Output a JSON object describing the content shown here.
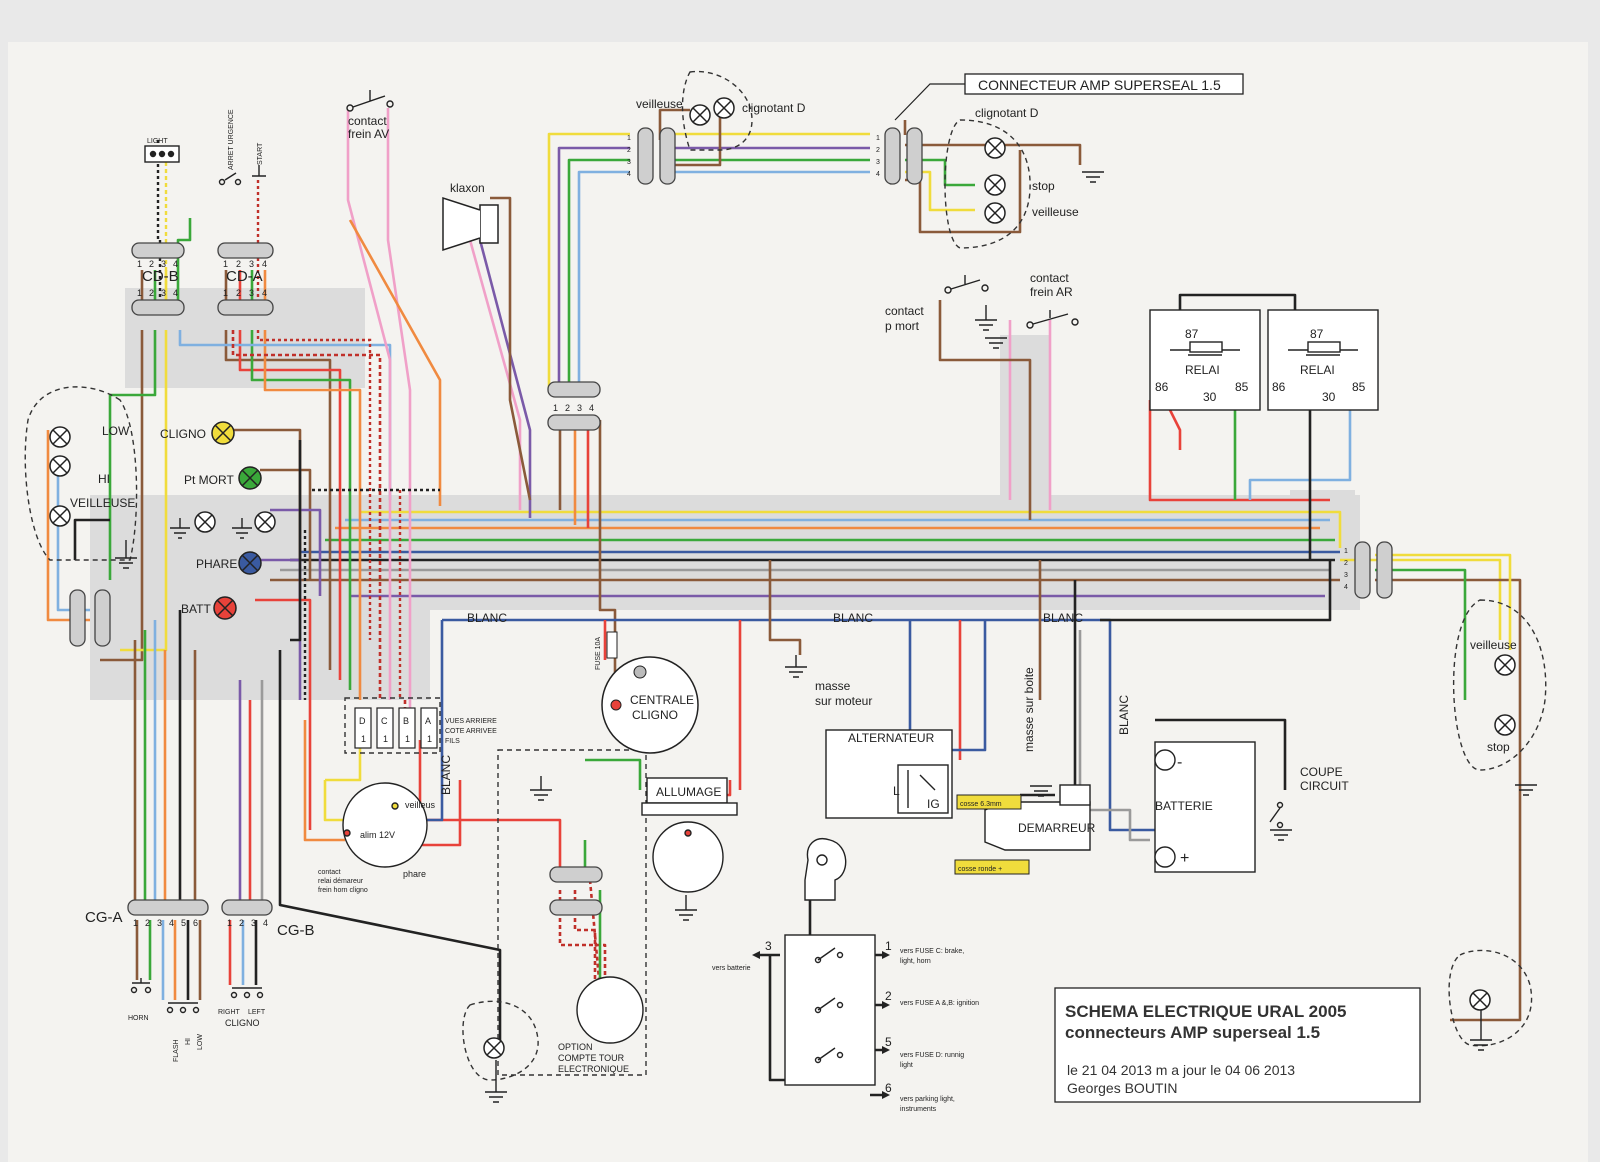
{
  "title_block": {
    "line1": "SCHEMA ELECTRIQUE URAL 2005",
    "line2": "connecteurs AMP superseal 1.5",
    "line3": "le 21 04 2013 m a jour le 04 06 2013",
    "line4": "Georges BOUTIN"
  },
  "callouts": {
    "connector_amp": "CONNECTEUR AMP SUPERSEAL 1.5",
    "cosse_63": "cosse 6.3mm",
    "cosse_ronde": "cosse ronde +"
  },
  "labels": {
    "veilleuse_top": "veilleuse",
    "clignotant_d_front": "clignotant D",
    "clignotant_d_rear": "clignotant D",
    "stop_rear": "stop",
    "veilleuse_rear": "veilleuse",
    "klaxon": "klaxon",
    "contact_frein_av_1": "contact",
    "contact_frein_av_2": "frein AV",
    "contact_p_mort_1": "contact",
    "contact_p_mort_2": "p mort",
    "contact_frein_ar_1": "contact",
    "contact_frein_ar_2": "frein AR",
    "relai_1": "RELAI",
    "relai_2": "RELAI",
    "pin_87": "87",
    "pin_86": "86",
    "pin_85": "85",
    "pin_30": "30",
    "cd_b": "CD-B",
    "cd_a": "CD-A",
    "cg_a": "CG-A",
    "cg_b": "CG-B",
    "light": "LIGHT",
    "arret_urgence": "ARRET URGENCE",
    "start": "START",
    "low": "LOW",
    "hi": "HI",
    "veilleuse_head": "VEILLEUSE",
    "cligno": "CLIGNO",
    "pt_mort": "Pt MORT",
    "phare": "PHARE",
    "batt": "BATT",
    "blanc": "BLANC",
    "fuse_10a": "FUSE 10A",
    "centrale_1": "CENTRALE",
    "centrale_2": "CLIGNO",
    "masse_moteur_1": "masse",
    "masse_moteur_2": "sur moteur",
    "masse_boite": "masse sur boite",
    "alternateur": "ALTERNATEUR",
    "alt_l": "L",
    "alt_ig": "IG",
    "allumage": "ALLUMAGE",
    "demarreur": "DEMARREUR",
    "batterie": "BATTERIE",
    "batt_minus": "-",
    "batt_plus": "+",
    "coupe_1": "COUPE",
    "coupe_2": "CIRCUIT",
    "veilleuse_right": "veilleuse",
    "stop_right": "stop",
    "vues_1": "VUES ARRIERE",
    "vues_2": "COTE ARRIVEE",
    "vues_3": "FILS",
    "fuse_d": "D",
    "fuse_c": "C",
    "fuse_b": "B",
    "fuse_a": "A",
    "fuse_one": "1",
    "veilleus_relay": "veilleus",
    "alim": "alim 12V",
    "phare_relay": "phare",
    "relai_desc_1": "contact",
    "relai_desc_2": "relai démareur",
    "relai_desc_3": "frein horn cligno",
    "option_1": "OPTION",
    "option_2": "COMPTE TOUR",
    "option_3": "ELECTRONIQUE",
    "horn": "HORN",
    "flash": "FLASH",
    "hi_btn": "HI",
    "low_btn": "LOW",
    "right": "RIGHT",
    "left": "LEFT",
    "cligno_bottom": "CLIGNO",
    "vers_batterie": "vers batterie",
    "sw_3": "3",
    "sw_1": "1",
    "sw_2": "2",
    "sw_5": "5",
    "sw_6": "6",
    "sw_1_desc_a": "vers FUSE C: brake,",
    "sw_1_desc_b": "light, horn",
    "sw_2_desc": "vers FUSE A &,B: ignition",
    "sw_5_desc_a": "vers FUSE D: runnig",
    "sw_5_desc_b": "light",
    "sw_6_desc_a": "vers parking light,",
    "sw_6_desc_b": "instruments",
    "pin_nums": [
      "1",
      "2",
      "3",
      "4"
    ],
    "pin_nums6": [
      "1",
      "2",
      "3",
      "4",
      "5",
      "6"
    ]
  },
  "colors": {
    "paper": "#f4f3f0",
    "shade": "#dcdcdc",
    "yellow": "#f0dc3c",
    "green": "#3aa83a",
    "blue": "#7fb0e0",
    "navy": "#3a5aa0",
    "red": "#e8423a",
    "orange": "#f08a40",
    "pink": "#f0a0c8",
    "purple": "#7a5aa8",
    "brown": "#8a5a3a",
    "black": "#222222",
    "gray": "#9a9a9a",
    "dashed_red": "#c0302a"
  }
}
